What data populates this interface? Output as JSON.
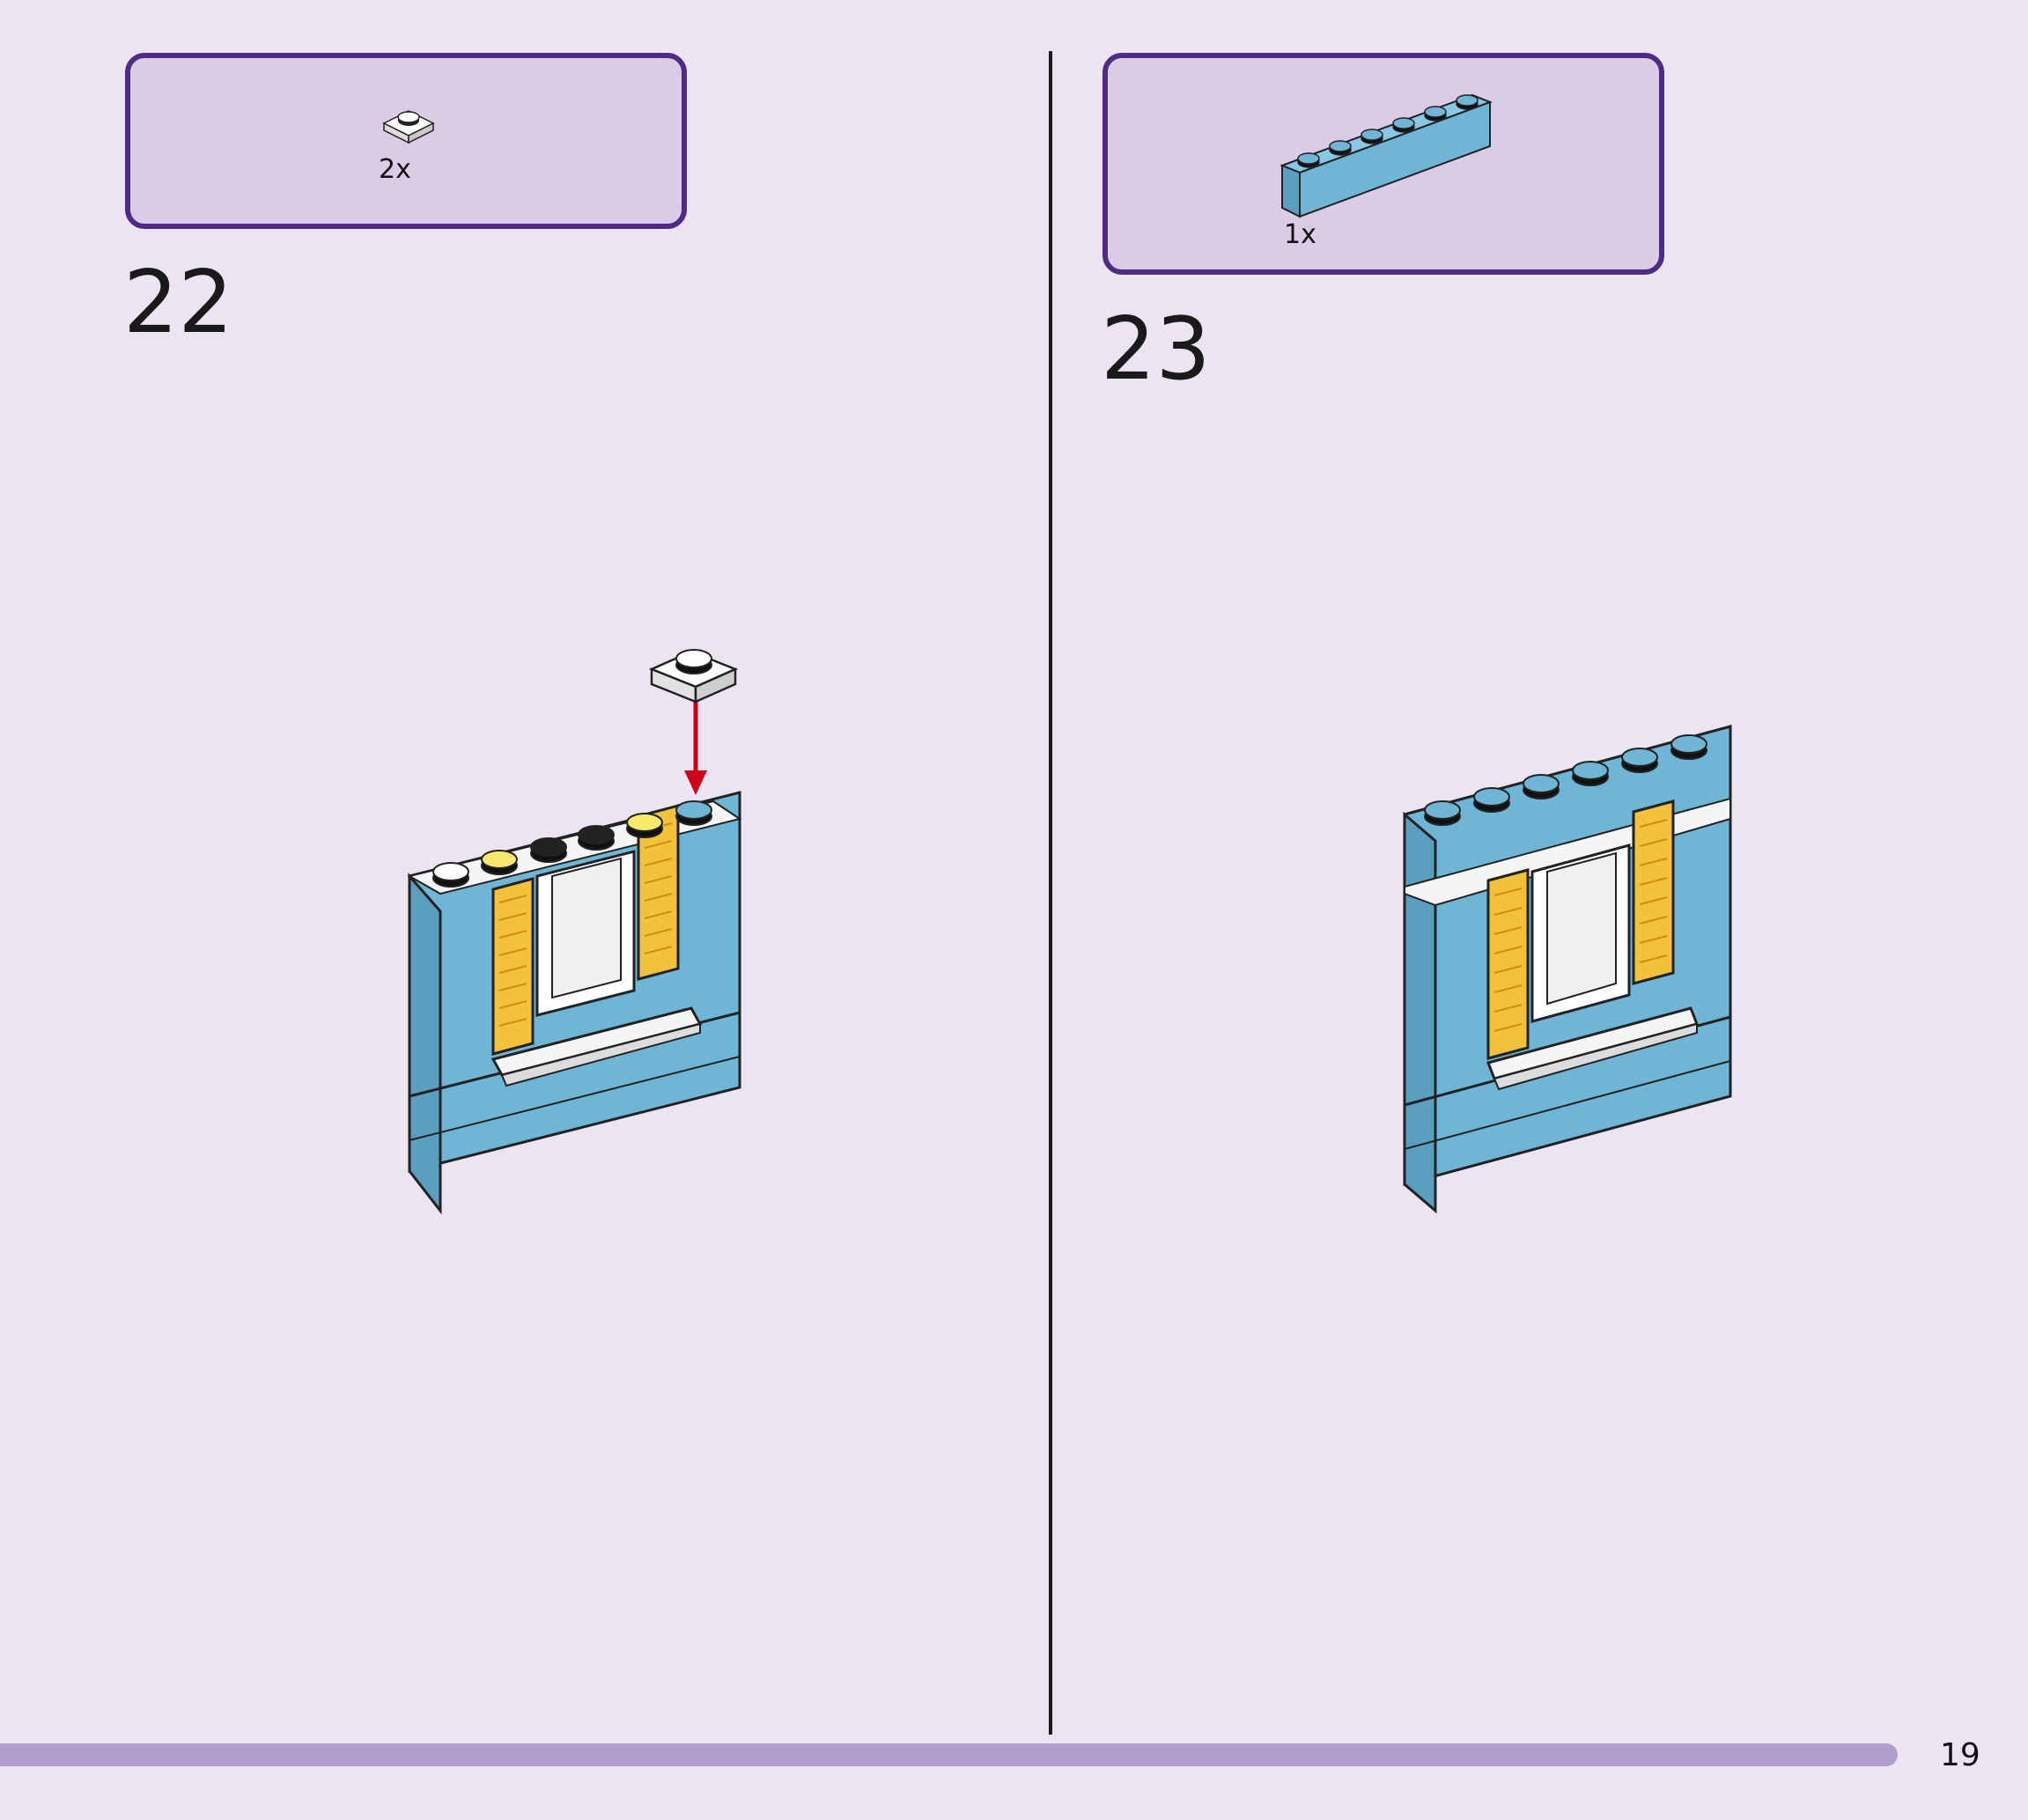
{
  "steps": [
    {
      "number": "22",
      "parts": [
        {
          "qty": "2x",
          "icon": "white-1x1-plate-icon"
        }
      ]
    },
    {
      "number": "23",
      "parts": [
        {
          "qty": "1x",
          "icon": "blue-1x6-brick-icon"
        }
      ]
    }
  ],
  "page": {
    "number": "19"
  },
  "colors": {
    "background": "#ece4f3",
    "parts_box": "#dccbe6",
    "parts_box_border": "#4f2a86",
    "brick_blue": "#6fb5d5",
    "shutter_yellow": "#f3c13a",
    "arrow_red": "#d0021b",
    "progress_bar": "#b19ece"
  }
}
